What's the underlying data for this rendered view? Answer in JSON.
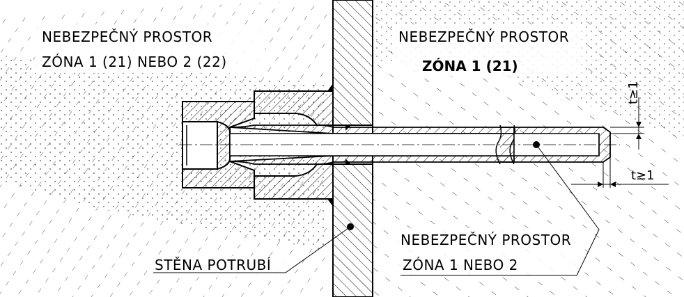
{
  "labels": {
    "zone_left_line1": "NEBEZPEČNÝ PROSTOR",
    "zone_left_line2": "ZÓNA 1 (21) NEBO 2 (22)",
    "zone_right_line1": "NEBEZPEČNÝ PROSTOR",
    "zone_right_line2": "ZÓNA 1 (21)",
    "zone_bottom_line1": "NEBEZPEČNÝ PROSTOR",
    "zone_bottom_line2": "ZÓNA 1 NEBO 2",
    "wall": "STĚNA POTRUBÍ"
  },
  "dimensions": {
    "vertical": "t≥1",
    "horizontal": "t≥1"
  },
  "colors": {
    "line": "#000000",
    "background": "#ffffff",
    "hatch": "#000000"
  }
}
